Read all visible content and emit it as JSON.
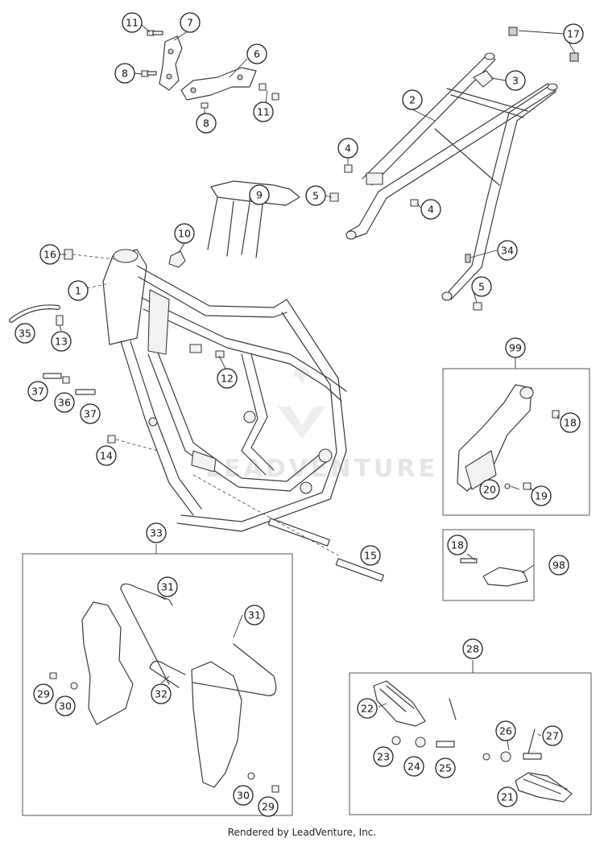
{
  "watermark": "LEADVENTURE",
  "footer": "Rendered by LeadVenture, Inc.",
  "callouts": [
    {
      "id": "c11a",
      "label": "11"
    },
    {
      "id": "c7",
      "label": "7"
    },
    {
      "id": "c8a",
      "label": "8"
    },
    {
      "id": "c6",
      "label": "6"
    },
    {
      "id": "c8b",
      "label": "8"
    },
    {
      "id": "c11b",
      "label": "11"
    },
    {
      "id": "c17",
      "label": "17"
    },
    {
      "id": "c3",
      "label": "3"
    },
    {
      "id": "c2",
      "label": "2"
    },
    {
      "id": "c4a",
      "label": "4"
    },
    {
      "id": "c5a",
      "label": "5"
    },
    {
      "id": "c4b",
      "label": "4"
    },
    {
      "id": "c9",
      "label": "9"
    },
    {
      "id": "c10",
      "label": "10"
    },
    {
      "id": "c16",
      "label": "16"
    },
    {
      "id": "c1",
      "label": "1"
    },
    {
      "id": "c34",
      "label": "34"
    },
    {
      "id": "c5b",
      "label": "5"
    },
    {
      "id": "c35",
      "label": "35"
    },
    {
      "id": "c13",
      "label": "13"
    },
    {
      "id": "c12",
      "label": "12"
    },
    {
      "id": "c99",
      "label": "99"
    },
    {
      "id": "c37a",
      "label": "37"
    },
    {
      "id": "c36",
      "label": "36"
    },
    {
      "id": "c37b",
      "label": "37"
    },
    {
      "id": "c18a",
      "label": "18"
    },
    {
      "id": "c14",
      "label": "14"
    },
    {
      "id": "c20",
      "label": "20"
    },
    {
      "id": "c19",
      "label": "19"
    },
    {
      "id": "c33",
      "label": "33"
    },
    {
      "id": "c18b",
      "label": "18"
    },
    {
      "id": "c98",
      "label": "98"
    },
    {
      "id": "c15",
      "label": "15"
    },
    {
      "id": "c31a",
      "label": "31"
    },
    {
      "id": "c31b",
      "label": "31"
    },
    {
      "id": "c28",
      "label": "28"
    },
    {
      "id": "c32",
      "label": "32"
    },
    {
      "id": "c29a",
      "label": "29"
    },
    {
      "id": "c30a",
      "label": "30"
    },
    {
      "id": "c22",
      "label": "22"
    },
    {
      "id": "c26",
      "label": "26"
    },
    {
      "id": "c27",
      "label": "27"
    },
    {
      "id": "c23",
      "label": "23"
    },
    {
      "id": "c24",
      "label": "24"
    },
    {
      "id": "c25",
      "label": "25"
    },
    {
      "id": "c30b",
      "label": "30"
    },
    {
      "id": "c29b",
      "label": "29"
    },
    {
      "id": "c21",
      "label": "21"
    }
  ]
}
